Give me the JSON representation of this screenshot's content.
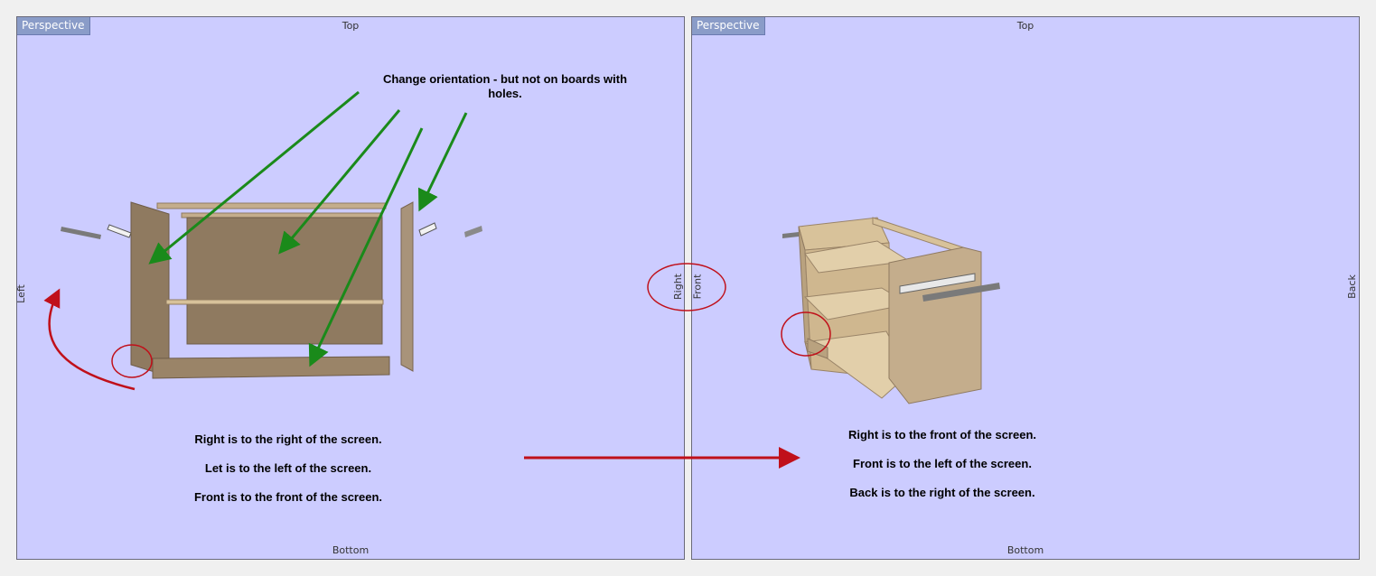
{
  "left_view": {
    "perspective_label": "Perspective",
    "axis_top": "Top",
    "axis_bottom": "Bottom",
    "axis_left": "Left",
    "axis_right": "Right",
    "annotation": "Change orientation - but not on boards with holes.",
    "lines": [
      "Right is to the right of the screen.",
      "Let is to the left of the screen.",
      "Front is to the front of the screen."
    ]
  },
  "right_view": {
    "perspective_label": "Perspective",
    "axis_top": "Top",
    "axis_bottom": "Bottom",
    "axis_left": "Front",
    "axis_right": "Back",
    "lines": [
      "Right is to the front of the screen.",
      "Front is to the left of the screen.",
      "Back is to the right of the screen."
    ]
  },
  "colors": {
    "viewport_bg": "#ccccff",
    "wood_dark": "#8f7a60",
    "wood_light": "#d8c29a",
    "annotation_green": "#1a8a1a",
    "annotation_red": "#c0101a"
  }
}
